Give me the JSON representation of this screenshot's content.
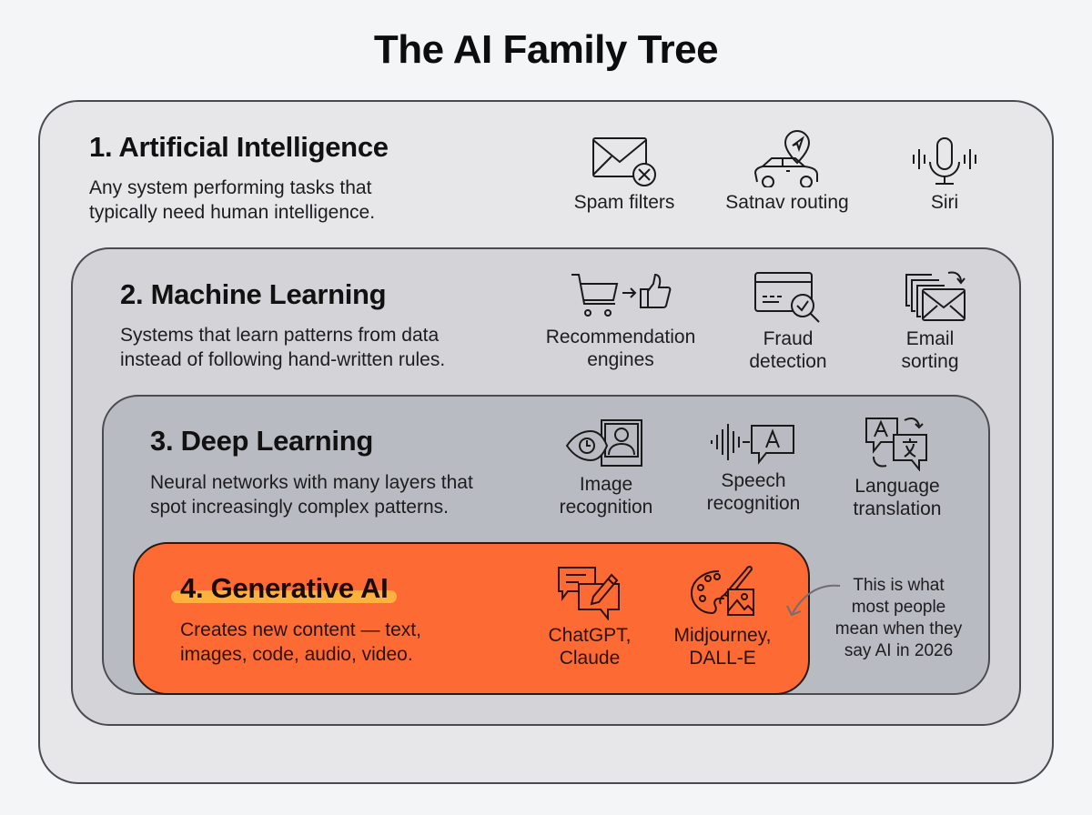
{
  "title": "The AI Family Tree",
  "levels": [
    {
      "heading": "1. Artificial Intelligence",
      "description": "Any system performing tasks that\ntypically need human intelligence.",
      "examples": [
        {
          "icon": "email-blocked-icon",
          "label": "Spam filters"
        },
        {
          "icon": "car-navigation-icon",
          "label": "Satnav routing"
        },
        {
          "icon": "microphone-icon",
          "label": "Siri"
        }
      ]
    },
    {
      "heading": "2. Machine Learning",
      "description": "Systems that learn patterns from data\ninstead of following hand-written rules.",
      "examples": [
        {
          "icon": "cart-to-thumbs-up-icon",
          "label": "Recommendation\nengines"
        },
        {
          "icon": "credit-card-check-icon",
          "label": "Fraud\ndetection"
        },
        {
          "icon": "stacked-email-icon",
          "label": "Email\nsorting"
        }
      ]
    },
    {
      "heading": "3. Deep Learning",
      "description": "Neural networks with many layers that\nspot increasingly complex patterns.",
      "examples": [
        {
          "icon": "eye-portrait-icon",
          "label": "Image\nrecognition"
        },
        {
          "icon": "soundwave-speech-icon",
          "label": "Speech\nrecognition"
        },
        {
          "icon": "translate-icon",
          "label": "Language\ntranslation"
        }
      ]
    },
    {
      "heading": "4. Generative AI",
      "description": "Creates new content — text,\nimages, code, audio, video.",
      "examples": [
        {
          "icon": "chat-pencil-icon",
          "label": "ChatGPT,\nClaude"
        },
        {
          "icon": "palette-image-icon",
          "label": "Midjourney,\nDALL-E"
        }
      ]
    }
  ],
  "annotation": "This is what\nmost people\nmean when they\nsay AI in 2026",
  "colors": {
    "background": "#f4f5f6",
    "level1": "#e7e7ea",
    "level2": "#d4d4d8",
    "level3": "#b9bbc2",
    "level4": "#fe6a33",
    "highlight": "#ffb13d"
  }
}
